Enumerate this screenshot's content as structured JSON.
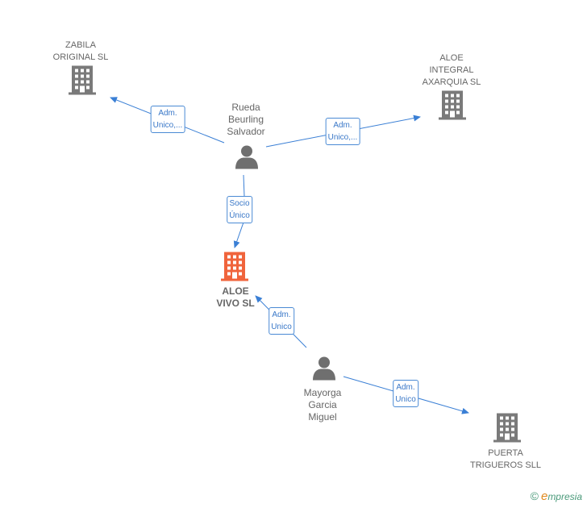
{
  "nodes": {
    "zabila": {
      "label": "ZABILA\nORIGINAL  SL",
      "type": "company"
    },
    "aloe_integral": {
      "label": "ALOE\nINTEGRAL\nAXARQUIA SL",
      "type": "company"
    },
    "rueda": {
      "label": "Rueda\nBeurling\nSalvador",
      "type": "person"
    },
    "aloe_vivo": {
      "label": "ALOE\nVIVO  SL",
      "type": "company-focus"
    },
    "mayorga": {
      "label": "Mayorga\nGarcia\nMiguel",
      "type": "person"
    },
    "puerta": {
      "label": "PUERTA\nTRIGUEROS SLL",
      "type": "company"
    }
  },
  "edges": {
    "rueda_zabila": {
      "label": "Adm.\nUnico,..."
    },
    "rueda_integral": {
      "label": "Adm.\nUnico,..."
    },
    "rueda_vivo": {
      "label": "Socio\nÚnico"
    },
    "mayorga_vivo": {
      "label": "Adm.\nUnico"
    },
    "mayorga_puerta": {
      "label": "Adm.\nUnico"
    }
  },
  "colors": {
    "edge": "#3a7fd5",
    "company": "#7a7a7a",
    "focus": "#f0643c",
    "person": "#6f6f6f"
  },
  "brand": {
    "copyright": "©",
    "e": "e",
    "rest": "mpresia"
  }
}
